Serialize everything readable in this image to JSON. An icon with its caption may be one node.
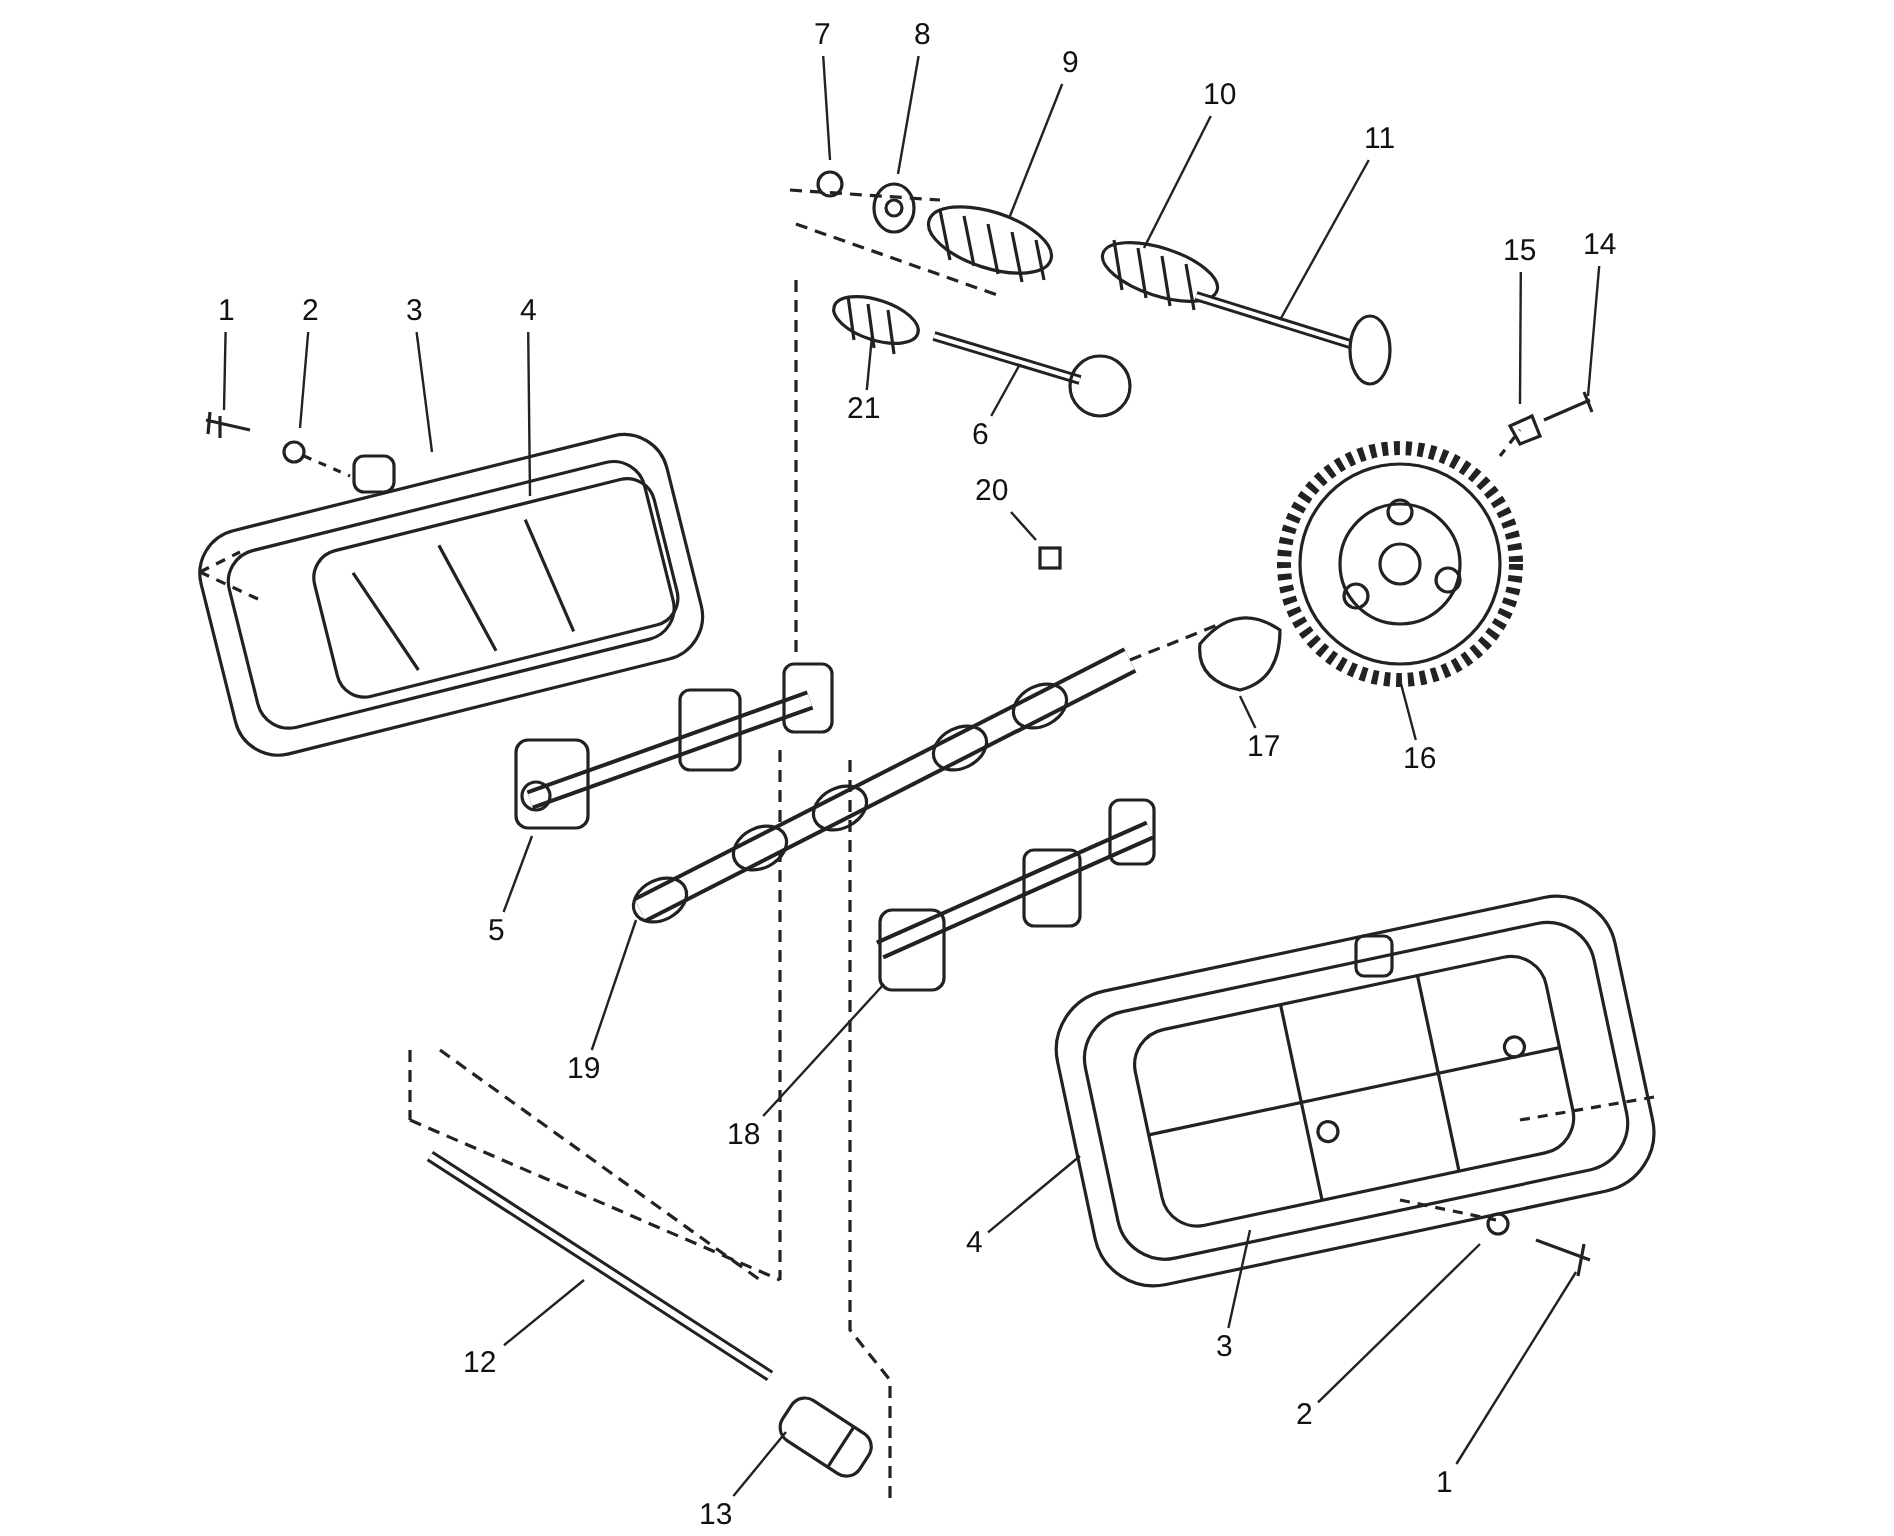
{
  "diagram": {
    "nodes": [
      {
        "text": [
          "7"
        ]
      },
      {
        "text": [
          "8"
        ]
      },
      {
        "text": [
          "9"
        ]
      },
      {
        "text": [
          "10"
        ]
      },
      {
        "text": [
          "11"
        ]
      },
      {
        "text": [
          "15"
        ]
      },
      {
        "text": [
          "14"
        ]
      },
      {
        "text": [
          "1"
        ]
      },
      {
        "text": [
          "2"
        ]
      },
      {
        "text": [
          "3"
        ]
      },
      {
        "text": [
          "4"
        ]
      },
      {
        "text": [
          "21"
        ]
      },
      {
        "text": [
          "6"
        ]
      },
      {
        "text": [
          "20"
        ]
      },
      {
        "text": [
          "17"
        ]
      },
      {
        "text": [
          "16"
        ]
      },
      {
        "text": [
          "5"
        ]
      },
      {
        "text": [
          "19"
        ]
      },
      {
        "text": [
          "18"
        ]
      },
      {
        "text": [
          "4"
        ]
      },
      {
        "text": [
          "12"
        ]
      },
      {
        "text": [
          "3"
        ]
      },
      {
        "text": [
          "2"
        ]
      },
      {
        "text": [
          "1"
        ]
      },
      {
        "text": [
          "13"
        ]
      }
    ],
    "edges": [
      {
        "from": 0,
        "to": null,
        "arrow": "none"
      },
      {
        "from": 1,
        "to": null,
        "arrow": "none"
      },
      {
        "from": 2,
        "to": null,
        "arrow": "none"
      },
      {
        "from": 3,
        "to": null,
        "arrow": "none"
      },
      {
        "from": 4,
        "to": null,
        "arrow": "none"
      },
      {
        "from": 5,
        "to": null,
        "arrow": "none"
      },
      {
        "from": 6,
        "to": null,
        "arrow": "none"
      },
      {
        "from": 7,
        "to": null,
        "arrow": "none"
      },
      {
        "from": 8,
        "to": null,
        "arrow": "none"
      },
      {
        "from": 9,
        "to": null,
        "arrow": "none"
      },
      {
        "from": 10,
        "to": null,
        "arrow": "none"
      },
      {
        "from": 11,
        "to": null,
        "arrow": "none"
      },
      {
        "from": 12,
        "to": null,
        "arrow": "none"
      },
      {
        "from": 13,
        "to": null,
        "arrow": "none"
      },
      {
        "from": 14,
        "to": null,
        "arrow": "none"
      },
      {
        "from": 15,
        "to": null,
        "arrow": "none"
      },
      {
        "from": 16,
        "to": null,
        "arrow": "none"
      },
      {
        "from": 17,
        "to": null,
        "arrow": "none"
      },
      {
        "from": 18,
        "to": null,
        "arrow": "none"
      },
      {
        "from": 19,
        "to": null,
        "arrow": "none"
      },
      {
        "from": 20,
        "to": null,
        "arrow": "none"
      },
      {
        "from": 21,
        "to": null,
        "arrow": "none"
      },
      {
        "from": 22,
        "to": null,
        "arrow": "none"
      },
      {
        "from": 23,
        "to": null,
        "arrow": "none"
      },
      {
        "from": 24,
        "to": null,
        "arrow": "none"
      }
    ]
  }
}
